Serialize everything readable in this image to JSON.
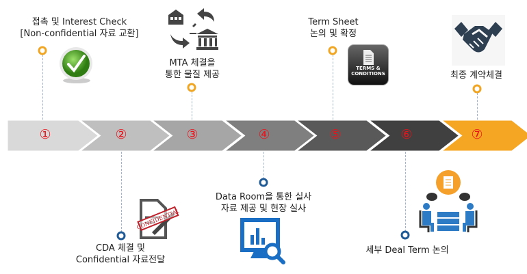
{
  "steps": [
    {
      "num": "①",
      "lines": [
        "접촉 및 Interest Check",
        "[Non-confidential 자료 교환]"
      ],
      "color": "#d9d9d9"
    },
    {
      "num": "②",
      "lines": [
        "CDA 체결 및",
        "Confidential 자료전달"
      ],
      "color": "#bfbfbf",
      "stamp": "CONFIDENTIAL"
    },
    {
      "num": "③",
      "lines": [
        "MTA 체결을",
        "통한 물질 제공"
      ],
      "color": "#a6a6a6"
    },
    {
      "num": "④",
      "lines": [
        "Data Room을 통한 실사",
        "자료 제공 및 현장 실사"
      ],
      "color": "#7f7f7f"
    },
    {
      "num": "⑤",
      "lines": [
        "Term Sheet",
        "논의 및 확정"
      ],
      "color": "#595959",
      "badge": [
        "TERMS &",
        "CONDITIONS"
      ]
    },
    {
      "num": "⑥",
      "lines": [
        "세부 Deal Term 논의"
      ],
      "color": "#404040"
    },
    {
      "num": "⑦",
      "lines": [
        "최종 계약체결"
      ],
      "color": "#f5a623"
    }
  ],
  "colors": {
    "orange_dot": "#f0a623",
    "blue_dot": "#1f5a96",
    "number": "#e8141c"
  }
}
